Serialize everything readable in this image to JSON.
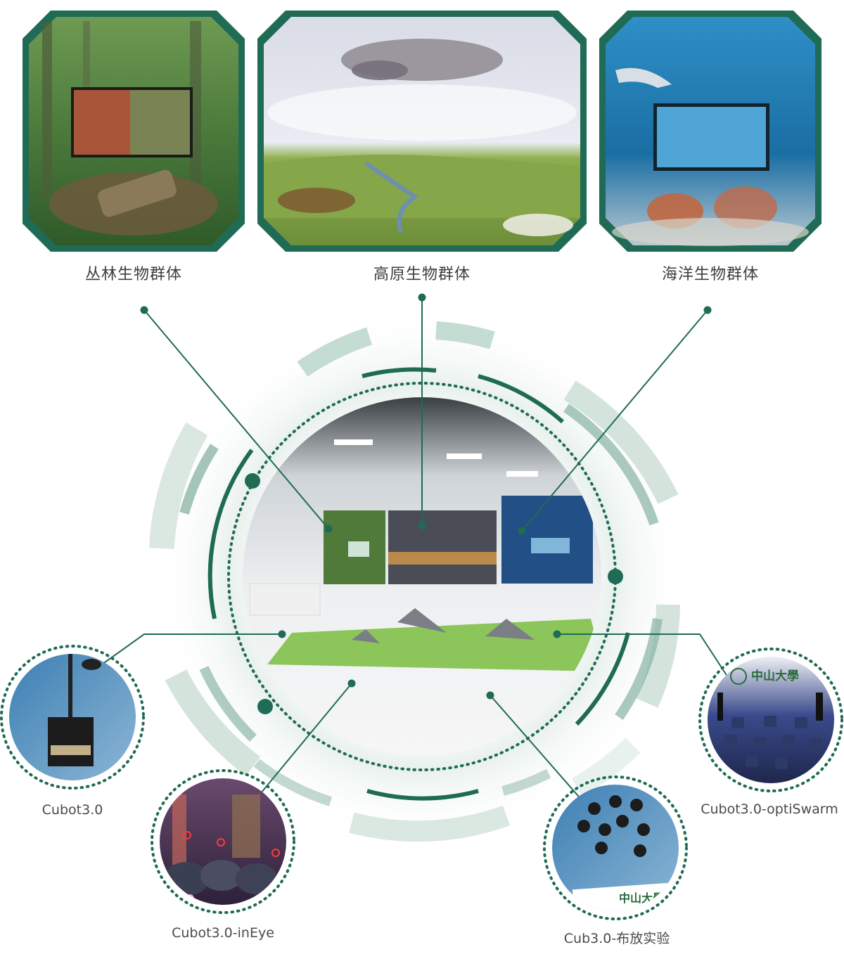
{
  "top_panels": [
    {
      "label": "丛林生物群体",
      "icon": "forest-habitat-photo"
    },
    {
      "label": "高原生物群体",
      "icon": "plateau-habitat-photo"
    },
    {
      "label": "海洋生物群体",
      "icon": "ocean-habitat-photo"
    }
  ],
  "robots": [
    {
      "label": "Cubot3.0",
      "icon": "robot-photo"
    },
    {
      "label": "Cubot3.0-inEye",
      "icon": "robot-vision-photo"
    },
    {
      "label": "Cub3.0-布放实验",
      "icon": "robot-deployment-photo"
    },
    {
      "label": "Cubot3.0-optiSwarm",
      "icon": "robot-swarm-photo"
    }
  ],
  "colors": {
    "accent": "#1f6b55",
    "accent_light": "#b7d3c8",
    "accent_pale": "#dde9e4",
    "forest": "#3e7a3a",
    "sky": "#c9d4e6",
    "ocean": "#1e6fa8"
  }
}
